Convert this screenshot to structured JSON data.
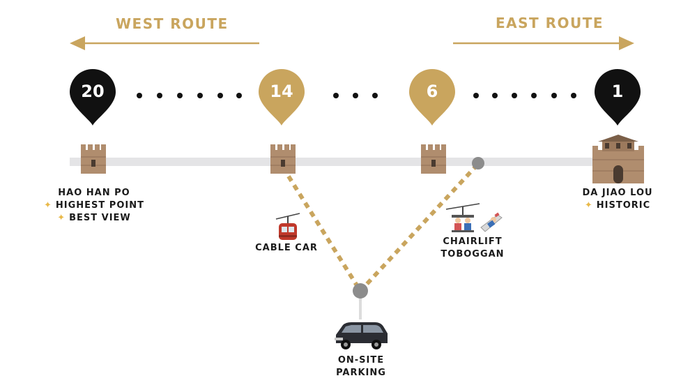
{
  "routes": {
    "west": {
      "label": "WEST ROUTE"
    },
    "east": {
      "label": "EAST ROUTE"
    }
  },
  "markers": [
    {
      "number": "20",
      "color": "#111111"
    },
    {
      "number": "14",
      "color": "#c9a55e"
    },
    {
      "number": "6",
      "color": "#c9a55e"
    },
    {
      "number": "1",
      "color": "#111111"
    }
  ],
  "stops": {
    "hao_han_po": {
      "name": "HAO HAN PO",
      "notes": [
        "HIGHEST POINT",
        "BEST VIEW"
      ]
    },
    "da_jiao_lou": {
      "name": "DA JIAO LOU",
      "notes": [
        "HISTORIC"
      ]
    }
  },
  "transport": {
    "cable_car": {
      "label": "CABLE CAR",
      "icon": "cable-car-icon"
    },
    "chairlift": {
      "line1": "CHAIRLIFT",
      "line2": "TOBOGGAN",
      "icons": [
        "chairlift-icon",
        "toboggan-icon"
      ]
    },
    "parking": {
      "line1": "ON-SITE",
      "line2": "PARKING",
      "icon": "car-icon"
    }
  },
  "colors": {
    "gold": "#c9a55e",
    "black": "#111111",
    "track": "#e4e4e6",
    "dot_gray": "#8c8c8c",
    "tower": "#b08d6e"
  }
}
